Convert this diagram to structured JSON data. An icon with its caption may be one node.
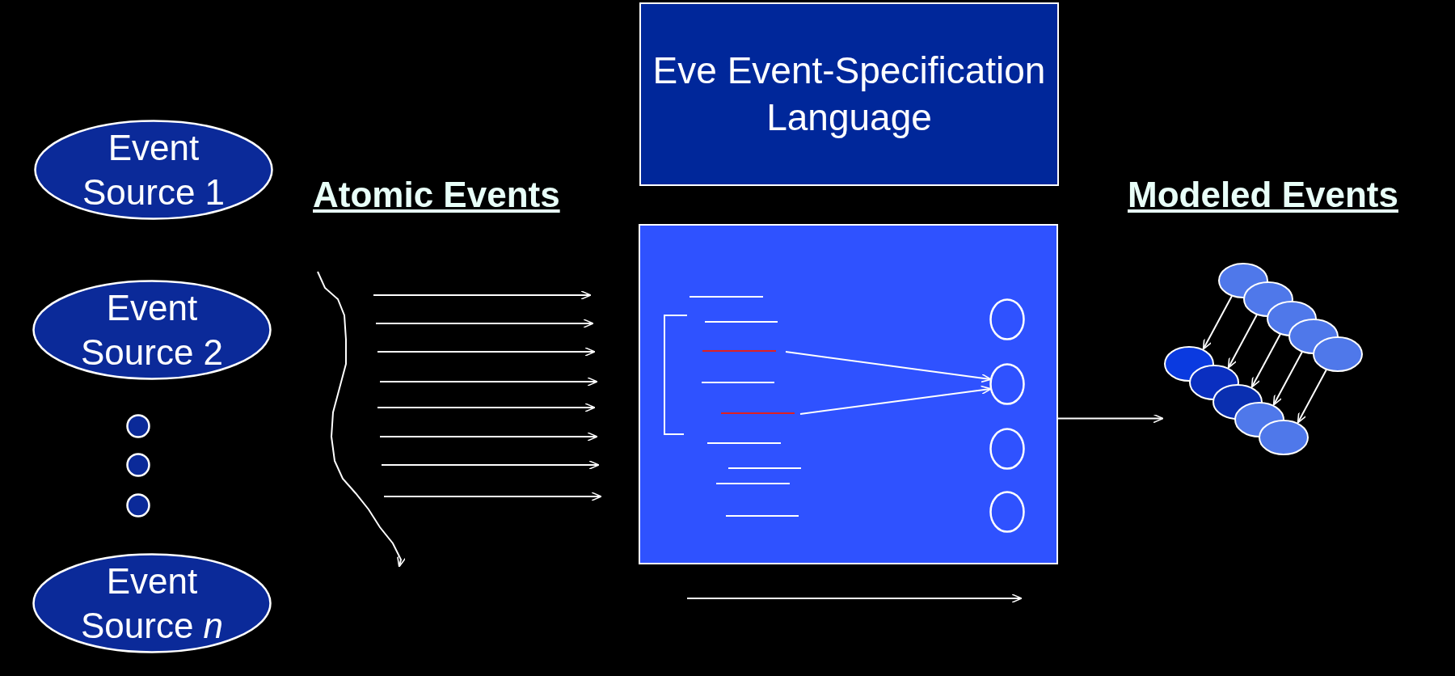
{
  "diagram": {
    "nodes": [
      {
        "text": [
          "Event Source 1"
        ]
      },
      {
        "text": [
          "Event Source 2"
        ]
      },
      {
        "text": [],
        "shape": "circle"
      },
      {
        "text": [],
        "shape": "circle"
      },
      {
        "text": [],
        "shape": "circle"
      },
      {
        "text": [
          "Event Source *n*"
        ]
      },
      {
        "text": [
          "Eve Event-Specification Language"
        ]
      },
      {
        "text": [],
        "shape": "box"
      },
      {
        "text": [],
        "shape": "circle",
        "in": 7
      },
      {
        "text": [],
        "shape": "circle",
        "in": 7
      },
      {
        "text": [],
        "shape": "circle",
        "in": 7
      },
      {
        "text": [],
        "shape": "circle",
        "in": 7
      },
      {
        "text": [],
        "shape": "picture"
      }
    ],
    "edges": [
      {
        "from": null,
        "to": 9,
        "arrow": "to"
      },
      {
        "from": null,
        "to": 9,
        "arrow": "to"
      },
      {
        "from": 7,
        "to": 12,
        "arrow": "to"
      }
    ],
    "labels": [
      "Atomic Events",
      "Modeled Events"
    ]
  }
}
